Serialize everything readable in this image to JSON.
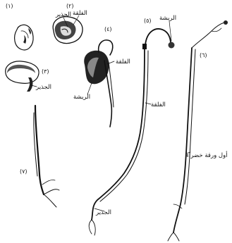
{
  "stages": {
    "s1": "(١)",
    "s2": "(٢)",
    "s3": "(٣)",
    "s4": "(٤)",
    "s5": "(٥)",
    "s6": "(٦)",
    "s7": "(٧)"
  },
  "labels": {
    "fig2_cotyledon": "الفلقة",
    "fig2_radicle": "الجذير",
    "fig3_radicle": "الجذير",
    "fig4_cotyledon": "الفلقة",
    "fig4_plumule": "الريشة",
    "fig5_plumule": "الريشة",
    "fig5_cotyledon": "الفلقة",
    "fig5_radicle": "الجذير",
    "fig6_foliage_leaf": "أول ورقة خضراء"
  }
}
